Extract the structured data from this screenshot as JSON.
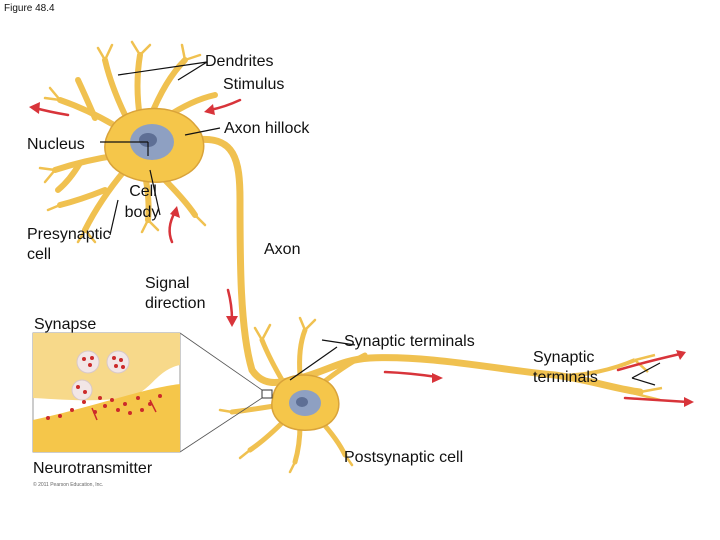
{
  "figure_title": "Figure 48.4",
  "labels": {
    "dendrites": "Dendrites",
    "stimulus": "Stimulus",
    "axon_hillock": "Axon hillock",
    "nucleus": "Nucleus",
    "cell_body_1": "Cell",
    "cell_body_2": "body",
    "presynaptic_1": "Presynaptic",
    "presynaptic_2": "cell",
    "axon": "Axon",
    "signal_1": "Signal",
    "signal_2": "direction",
    "synapse": "Synapse",
    "synaptic_terminals_mid": "Synaptic terminals",
    "synaptic_terminals_right_1": "Synaptic",
    "synaptic_terminals_right_2": "terminals",
    "neurotransmitter": "Neurotransmitter",
    "postsynaptic": "Postsynaptic cell",
    "copyright": "© 2011 Pearson Education, Inc."
  },
  "colors": {
    "neuron_fill": "#f5c64a",
    "neuron_outline": "#c8902a",
    "nucleus": "#7d8fb3",
    "arrow": "#d8343a",
    "label_line": "#111111",
    "vesicle": "#f2e6e6",
    "neurotransmitter_dot": "#cc2a2a"
  }
}
